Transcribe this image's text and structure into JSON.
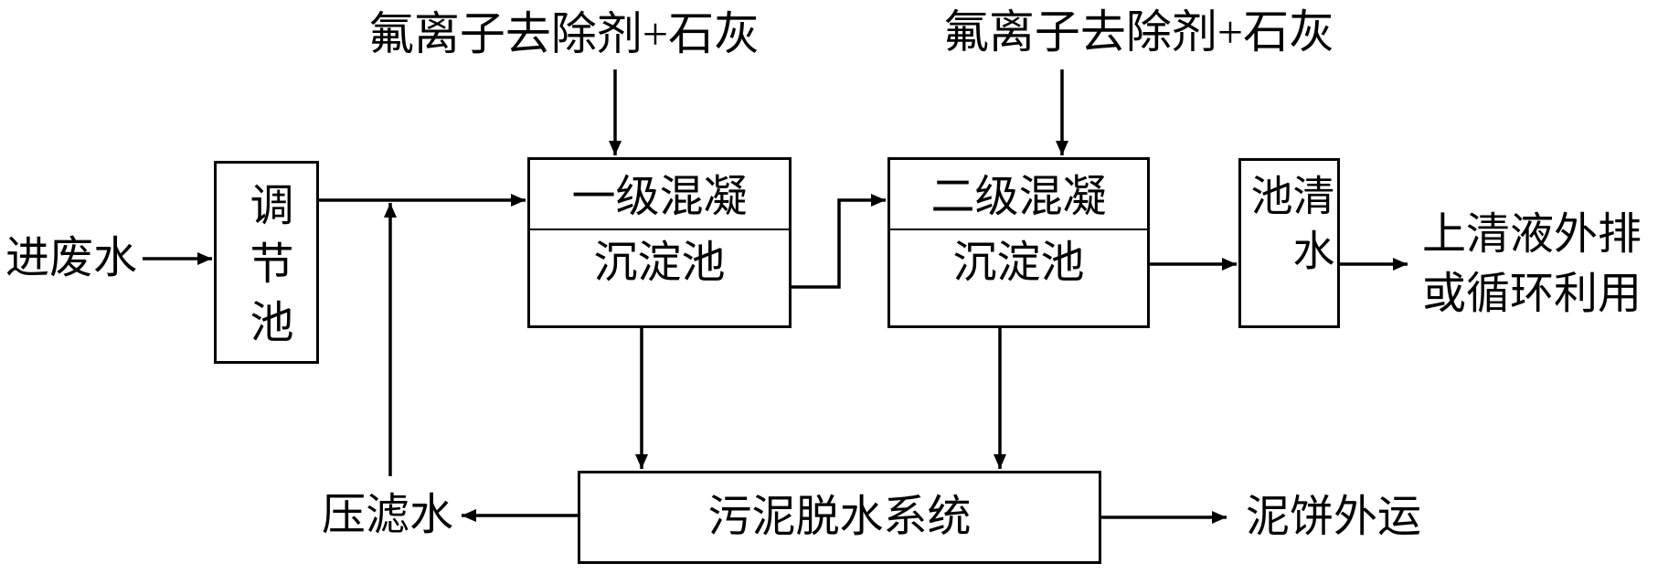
{
  "reagent_inputs": {
    "first": "氟离子去除剂+石灰",
    "second": "氟离子去除剂+石灰"
  },
  "influent": "进废水",
  "units": {
    "regulating_tank": "调节池",
    "primary": {
      "top": "一级混凝",
      "bottom": "沉淀池"
    },
    "secondary": {
      "top": "二级混凝",
      "bottom": "沉淀池"
    },
    "clear_water_tank": "清水池",
    "sludge_dewatering": "污泥脱水系统"
  },
  "outputs": {
    "effluent_line1": "上清液外排",
    "effluent_line2": "或循环利用",
    "filtrate": "压滤水",
    "sludge_cake": "泥饼外运"
  }
}
